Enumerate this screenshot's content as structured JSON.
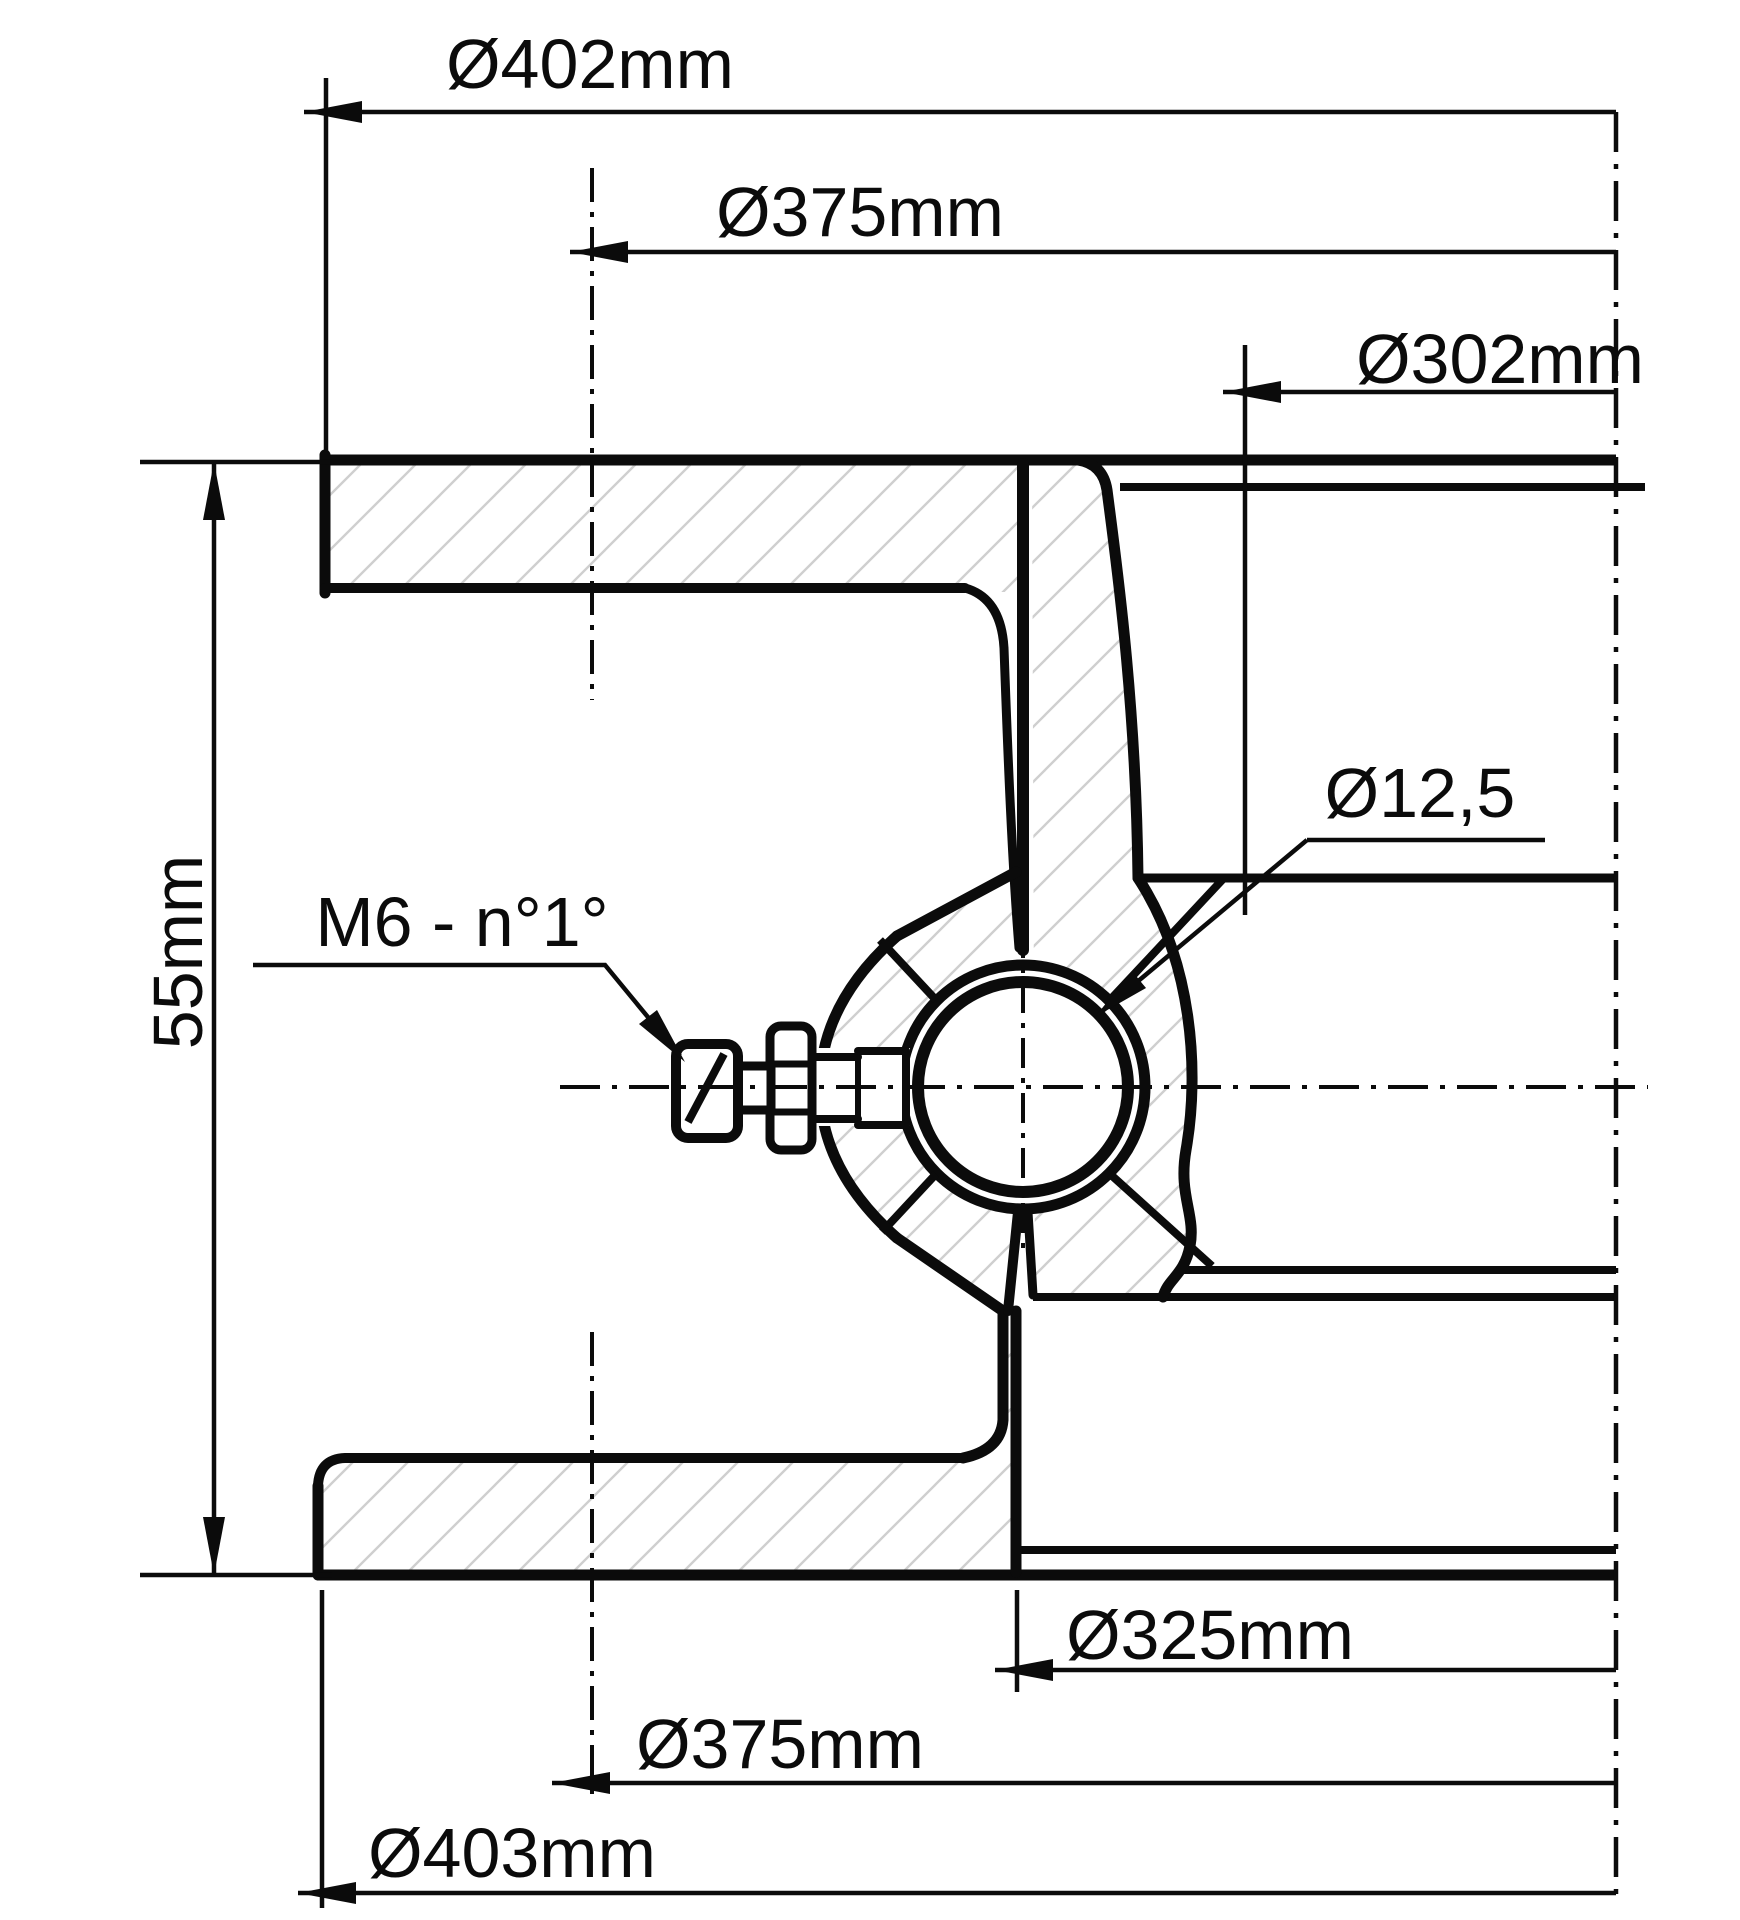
{
  "drawing": {
    "type": "technical-cross-section",
    "subject": "slewing ring bearing section",
    "colors": {
      "line": "#0b0b0b",
      "hatch": "#cfcfcf",
      "background": "#ffffff"
    },
    "dimensions": {
      "outer_diameter_top": "Ø402mm",
      "bolt_circle_top": "Ø375mm",
      "bore_top": "Ø302mm",
      "height": "55mm",
      "spigot_bottom": "Ø325mm",
      "bolt_circle_bottom": "Ø375mm",
      "outer_diameter_bottom": "Ø403mm"
    },
    "callouts": {
      "ball_diameter": "Ø12,5",
      "grease_nipple": "M6 - n°1°"
    }
  }
}
